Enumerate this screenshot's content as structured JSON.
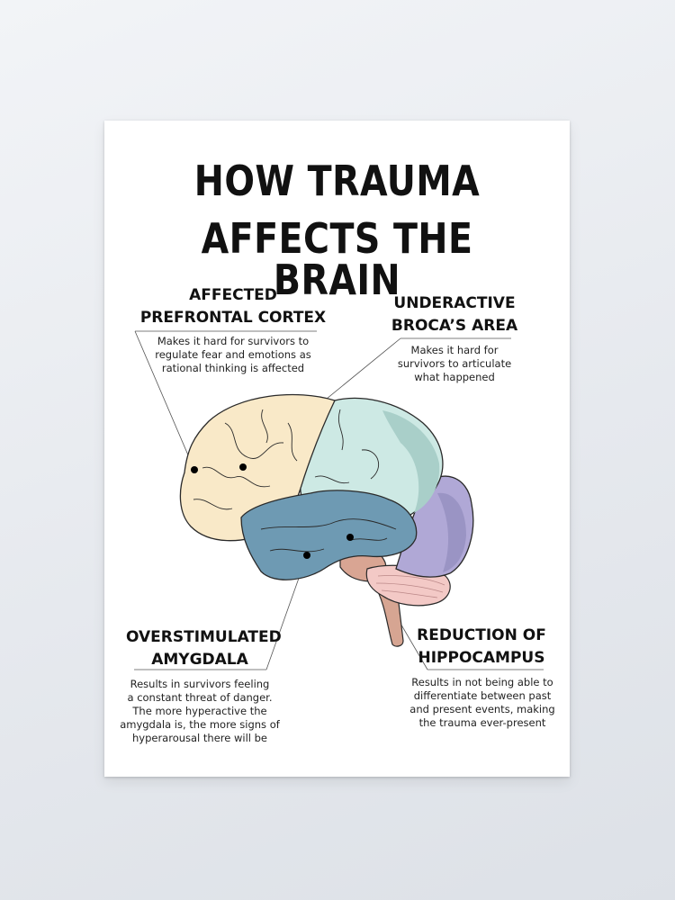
{
  "title": {
    "line1": "HOW TRAUMA",
    "line2": "AFFECTS THE BRAIN"
  },
  "regions": {
    "prefrontal": {
      "heading_line1": "AFFECTED",
      "heading_line2": "PREFRONTAL CORTEX",
      "desc_line1": "Makes it hard for survivors to",
      "desc_line2": "regulate fear and emotions as",
      "desc_line3": "rational thinking is affected",
      "color": "#f9e9c8"
    },
    "broca": {
      "heading_line1": "UNDERACTIVE",
      "heading_line2": "BROCA’S AREA",
      "desc_line1": "Makes it hard for",
      "desc_line2": "survivors to articulate",
      "desc_line3": "what happened",
      "color": "#cde9e4"
    },
    "amygdala": {
      "heading_line1": "OVERSTIMULATED",
      "heading_line2": "AMYGDALA",
      "desc_line1": "Results in survivors feeling",
      "desc_line2": "a constant threat of danger.",
      "desc_line3": "The more hyperactive the",
      "desc_line4": "amygdala is, the more signs of",
      "desc_line5": "hyperarousal there will be",
      "color": "#6e9ab3"
    },
    "hippocampus": {
      "heading_line1": "REDUCTION OF",
      "heading_line2": "HIPPOCAMPUS",
      "desc_line1": "Results in not being able to",
      "desc_line2": "differentiate between past",
      "desc_line3": "and present events, making",
      "desc_line4": "the trauma ever-present",
      "color": "#b0a8d6"
    }
  }
}
